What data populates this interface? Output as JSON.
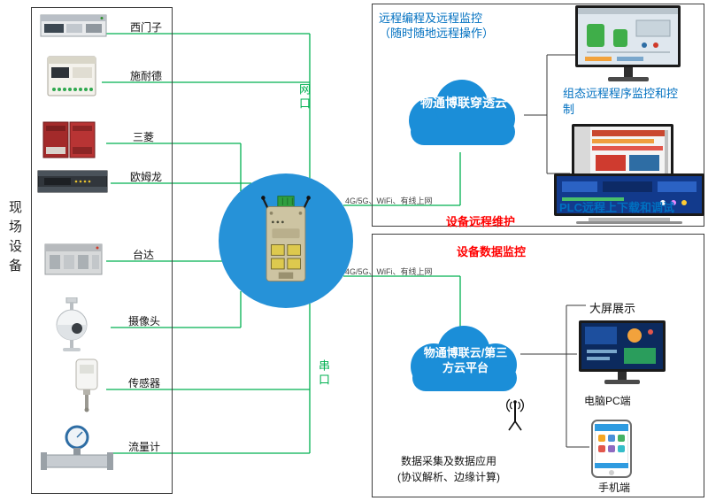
{
  "left_panel": {
    "vertical_label": "现场设备",
    "devices": [
      {
        "label": "西门子",
        "icon": "siemens-plc-icon"
      },
      {
        "label": "施耐德",
        "icon": "schneider-plc-icon"
      },
      {
        "label": "三菱",
        "icon": "mitsubishi-plc-icon"
      },
      {
        "label": "欧姆龙",
        "icon": "omron-plc-icon"
      },
      {
        "label": "台达",
        "icon": "delta-plc-icon"
      },
      {
        "label": "摄像头",
        "icon": "camera-icon"
      },
      {
        "label": "传感器",
        "icon": "sensor-icon"
      },
      {
        "label": "流量计",
        "icon": "flowmeter-icon"
      }
    ]
  },
  "center": {
    "lan_port_label": "网口",
    "serial_port_label": "串口",
    "uplink_label_top": "4G/5G、WiFi、有线上网",
    "uplink_label_bottom": "4G/5G、WiFi、有线上网"
  },
  "top_panel": {
    "title_line1": "远程编程及远程监控",
    "title_line2": "（随时随地远程操作）",
    "cloud_label": "物通博联穿透云",
    "caption_scada": "组态远程程序监控和控制",
    "caption_plc": "PLC远程上下载和调试",
    "footer_red": "设备远程维护"
  },
  "bottom_panel": {
    "title_red": "设备数据监控",
    "cloud_line1": "物通博联云/第三",
    "cloud_line2": "方云平台",
    "big_screen_label": "大屏展示",
    "pc_label": "电脑PC端",
    "phone_label": "手机端",
    "footer_line1": "数据采集及数据应用",
    "footer_line2": "(协议解析、边缘计算)"
  },
  "colors": {
    "line_green": "#00B050",
    "cloud_blue": "#1b8ed8",
    "text_blue": "#0070C0",
    "text_red": "#FF0000"
  }
}
